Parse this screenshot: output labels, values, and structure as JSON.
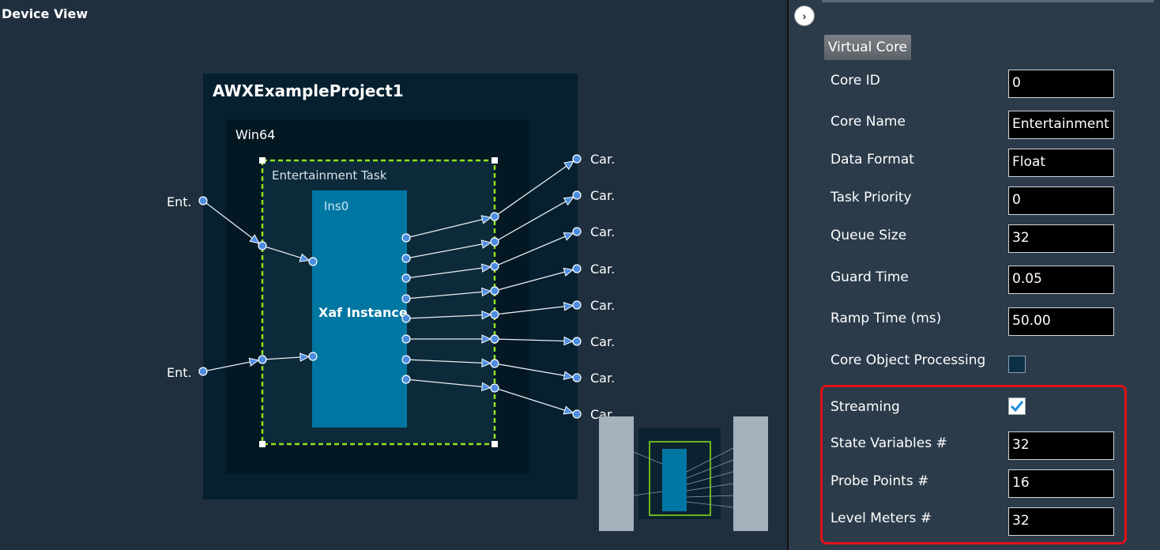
{
  "device_view": {
    "title": "Device View",
    "project_name": "AWXExampleProject1",
    "platform": "Win64",
    "task_name": "Entertainment Task",
    "instance_id": "Ins0",
    "instance_label": "Xaf Instance",
    "input_label": "Ent.",
    "output_label": "Car."
  },
  "properties": {
    "tab": "Virtual Core",
    "fields": [
      {
        "label": "Core ID",
        "value": "0"
      },
      {
        "label": "Core Name",
        "value": "Entertainment Task"
      },
      {
        "label": "Data Format",
        "value": "Float"
      },
      {
        "label": "Task Priority",
        "value": "0"
      },
      {
        "label": "Queue Size",
        "value": "32"
      },
      {
        "label": "Guard Time",
        "value": "0.05"
      },
      {
        "label": "Ramp Time (ms)",
        "value": "50.00"
      }
    ],
    "core_object_processing": {
      "label": "Core Object Processing",
      "checked": false
    },
    "streaming": {
      "label": "Streaming",
      "checked": true
    },
    "stream_fields": [
      {
        "label": "State Variables #",
        "value": "32"
      },
      {
        "label": "Probe Points #",
        "value": "16"
      },
      {
        "label": "Level Meters #",
        "value": "32"
      }
    ]
  },
  "colors": {
    "background": "#1f2f3d",
    "instance": "#0077a3",
    "selection": "#8fe31a",
    "pin": "#4c8de0",
    "highlight": "#e0121b"
  }
}
